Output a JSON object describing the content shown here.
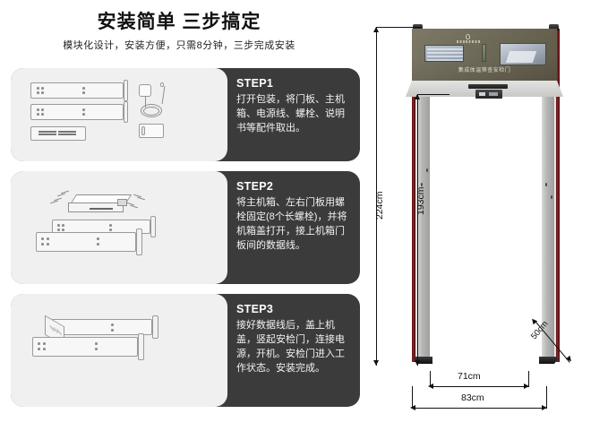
{
  "header": {
    "title": "安装简单 三步搞定",
    "subtitle": "模块化设计，安装方便，只需8分钟，三步完成安装"
  },
  "steps": [
    {
      "label": "STEP1",
      "body": "打开包装，将门板、主机箱、电源线、螺栓、说明书等配件取出。",
      "illustration": "unpacking-parts"
    },
    {
      "label": "STEP2",
      "body": "将主机箱、左右门板用螺栓固定(8个长螺栓)，并将机箱盖打开，接上机箱门板间的数据线。",
      "illustration": "bolt-chassis-to-panels"
    },
    {
      "label": "STEP3",
      "body": "接好数据线后，盖上机盖，竖起安检门，连接电源，开机。安检门进入工作状态。安装完成。",
      "illustration": "close-lid-and-stand-up"
    }
  ],
  "diagram": {
    "product_name": "集成体温筛查安检门",
    "dimensions": {
      "outer_height": "224cm",
      "inner_height": "193cm",
      "inner_width": "71cm",
      "outer_width": "83cm",
      "depth": "50cm"
    }
  },
  "colors": {
    "dark_panel": "#3b3b3b",
    "light_panel": "#f0f0f0",
    "gate_header": "#6a6552",
    "pillar_accent": "#8e2227",
    "text_primary": "#111111"
  }
}
